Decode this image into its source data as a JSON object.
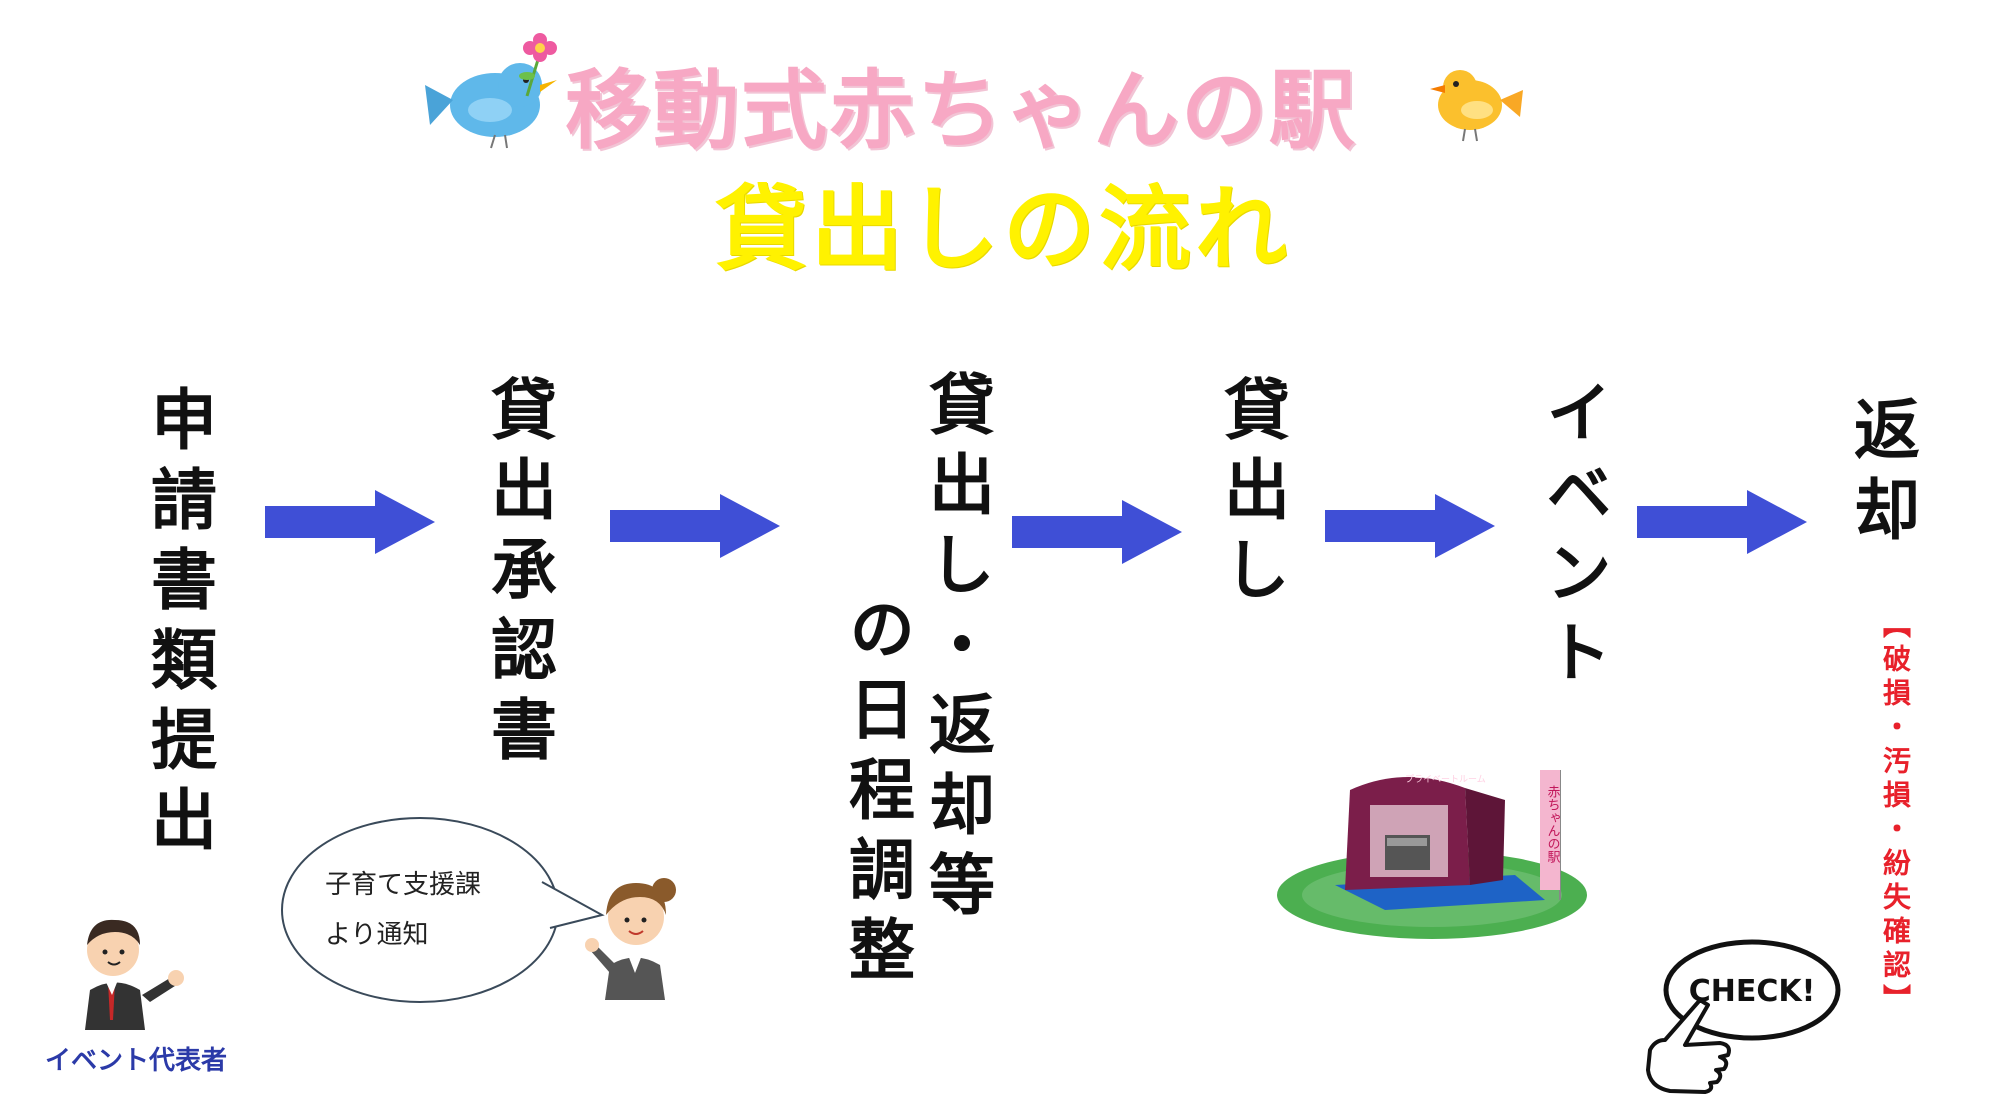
{
  "title": {
    "line1": "移動式赤ちゃんの駅",
    "line2": "貸出しの流れ"
  },
  "steps": [
    {
      "label": "申請書類提出"
    },
    {
      "label": "貸出承認書"
    },
    {
      "label_a": "貸出し・返却等",
      "label_b": "の日程調整"
    },
    {
      "label": "貸出し"
    },
    {
      "label": "イベント"
    },
    {
      "label": "返却"
    }
  ],
  "return_note": "【破損・汚損・紛失確認】",
  "bubble": {
    "line1": "子育て支援課",
    "line2": "より通知"
  },
  "representative_label": "イベント代表者",
  "check_label": "CHECK!",
  "banner_text": "赤ちゃんの駅",
  "tent_text": "プライベートルーム",
  "colors": {
    "title1": "#f7a8c4",
    "title2": "#fff200",
    "arrow": "#3f4fd6",
    "note": "#e8212b",
    "rep": "#2b3aa8"
  },
  "icons": [
    "blue-bird-icon",
    "yellow-bird-icon",
    "flower-icon",
    "businessman-icon",
    "businesswoman-icon",
    "pointing-hand-icon",
    "tent-image"
  ]
}
